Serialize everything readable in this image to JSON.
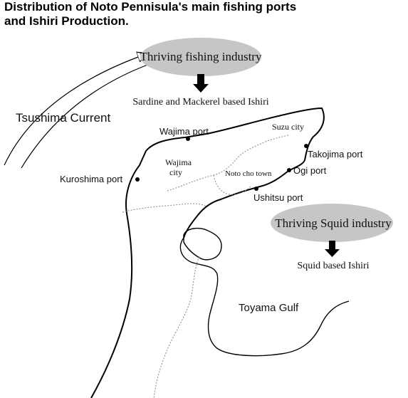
{
  "title": {
    "line1": "Distribution of Noto Pennisula's main fishing ports",
    "line2": "and Ishiri Production."
  },
  "current": {
    "label": "Tsushima Current"
  },
  "industries": {
    "fishing": {
      "label": "Thriving fishing industry",
      "product": "Sardine and Mackerel based Ishiri"
    },
    "squid": {
      "label": "Thriving Squid industry",
      "product": "Squid based Ishiri"
    }
  },
  "areas": {
    "suzu": "Suzu city",
    "wajima_line1": "Wajima",
    "wajima_line2": "city",
    "noto": "Noto cho town"
  },
  "ports": {
    "wajima": "Wajima port",
    "takojima": "Takojima port",
    "ogi": "Ogi port",
    "ushitsu": "Ushitsu port",
    "kuroshima": "Kuroshima port"
  },
  "sea": {
    "toyama_gulf": "Toyama Gulf"
  },
  "colors": {
    "ellipse_fill": "#c6c6c6",
    "coast": "#000000",
    "border": "#888888"
  }
}
